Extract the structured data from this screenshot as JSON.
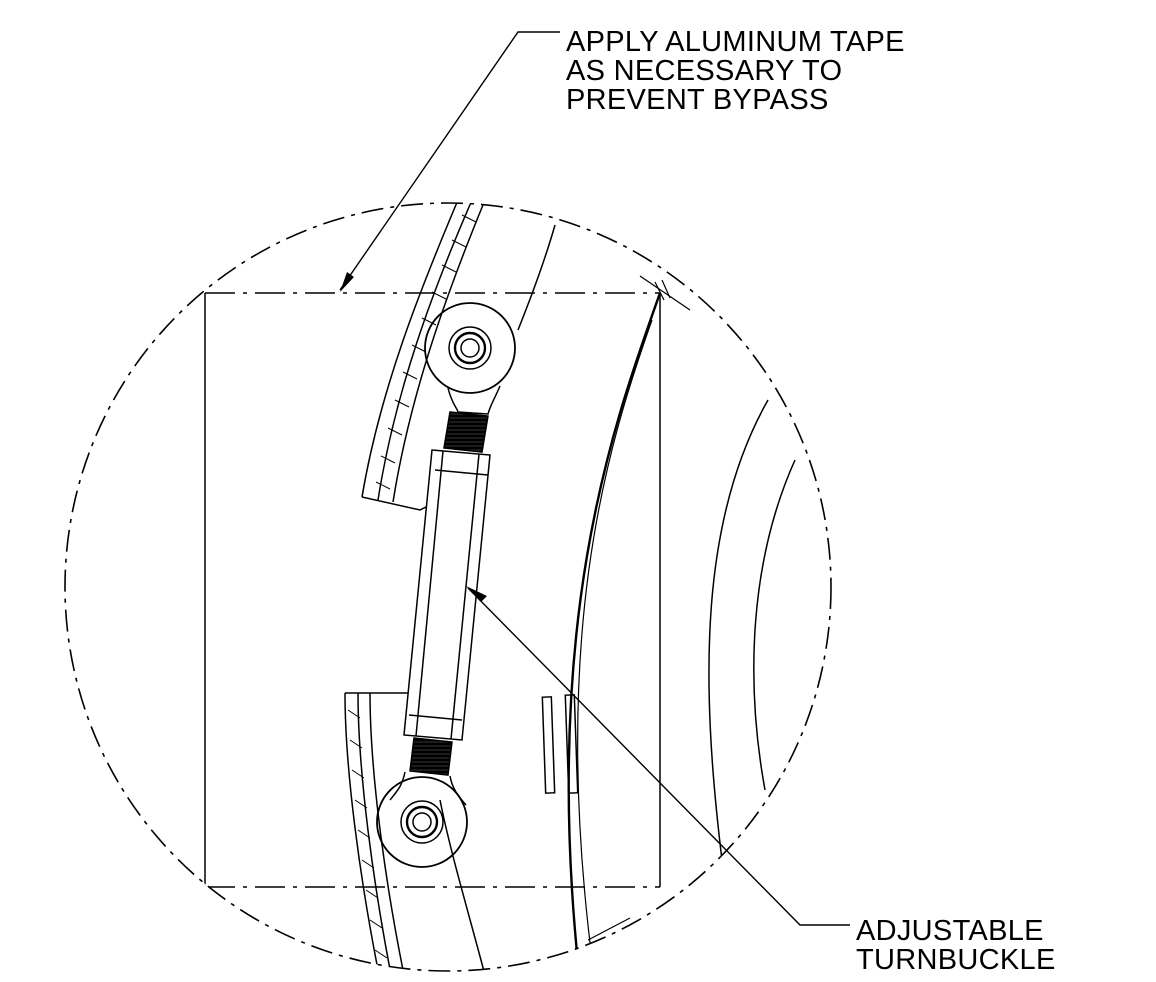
{
  "callouts": {
    "tape": {
      "lines": [
        "APPLY ALUMINUM TAPE",
        "AS NECESSARY TO",
        "PREVENT BYPASS"
      ]
    },
    "turnbuckle": {
      "lines": [
        "ADJUSTABLE",
        "TURNBUCKLE"
      ]
    }
  },
  "colors": {
    "ink": "#000000",
    "paper": "#ffffff"
  }
}
